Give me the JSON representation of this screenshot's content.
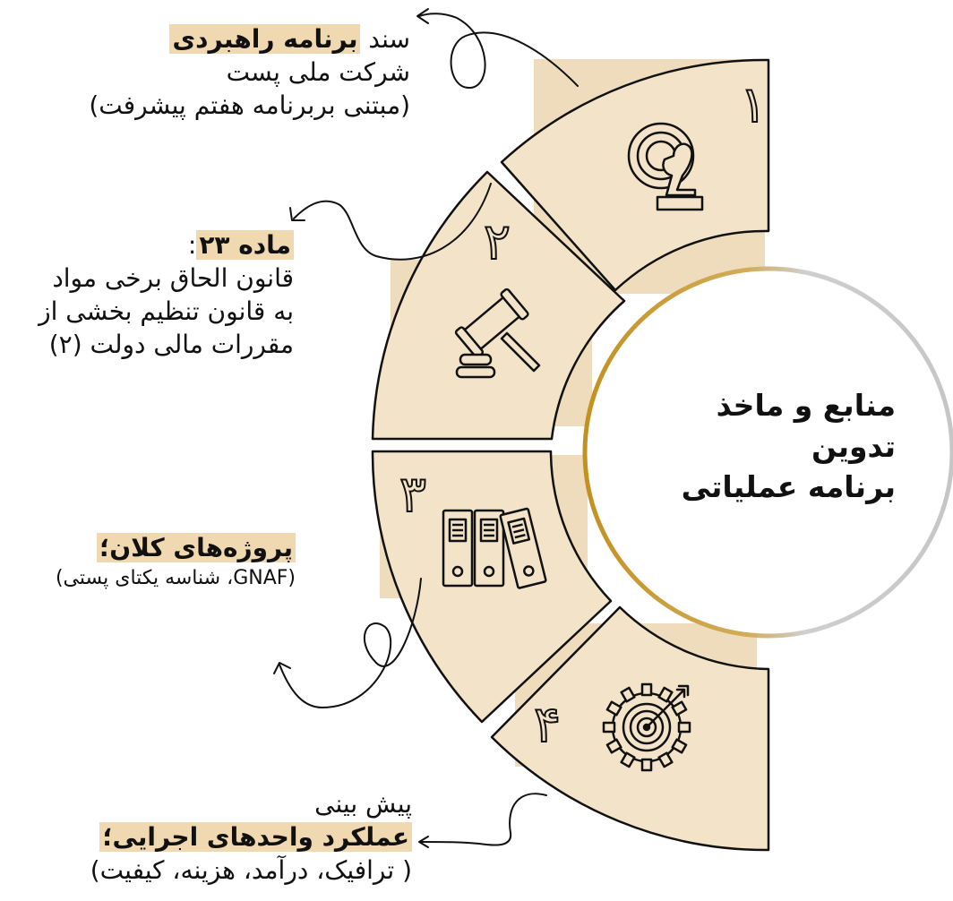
{
  "center_title": [
    "منابع و ماخذ",
    "تدوین",
    "برنامه عملیاتی"
  ],
  "segments": [
    {
      "number": "۱",
      "icon": "chess-knight-target-icon"
    },
    {
      "number": "۲",
      "icon": "gavel-icon"
    },
    {
      "number": "۳",
      "icon": "binders-icon"
    },
    {
      "number": "۴",
      "icon": "gear-target-icon"
    }
  ],
  "labels": {
    "item1": {
      "prefix": "سند ",
      "highlight": "برنامه راهبردی",
      "line2": "شرکت ملی پست",
      "line3": "(مبتنی بربرنامه هفتم پیشرفت)"
    },
    "item2": {
      "highlight": "ماده ۲۳",
      "suffix": ":",
      "line2": "قانون الحاق برخی مواد",
      "line3": "به قانون تنظیم بخشی از",
      "line4": "مقررات مالی دولت (۲)"
    },
    "item3": {
      "highlight": "پروژه‌های کلان؛",
      "line2": "(GNAF، شناسه یکتای پستی)"
    },
    "item4": {
      "line1": "پیش بینی",
      "highlight": "عملکرد واحدهای اجرایی؛",
      "line3": "( ترافیک، درآمد، هزینه، کیفیت)"
    }
  },
  "colors": {
    "segment_fill": "#f3e3c9",
    "segment_panel": "#efdcbc",
    "stroke": "#111111",
    "gold": "#c79a34",
    "grey": "#c9c9c9"
  }
}
